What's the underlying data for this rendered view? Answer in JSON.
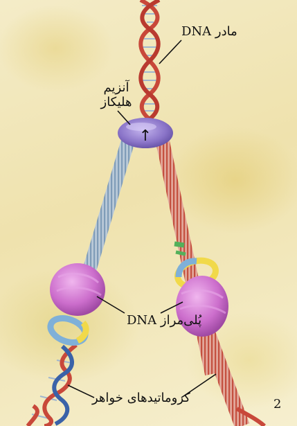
{
  "labels": {
    "mother_dna": "مادر DNA",
    "helicase_line1": "آنزیم",
    "helicase_line2": "هلیکاز",
    "dna_polymerase": "DNA پُلی‌مراز",
    "sister_chromatids": "کروماتیدهای خواهر",
    "figure_number": "2",
    "arrow_glyph": "↑"
  },
  "colors": {
    "backbone_red": "#c8483a",
    "rung_blue": "#9fb6cf",
    "helicase_purple": "#8a74c8",
    "polymerase_pink": "#cc6ecc",
    "clamp_yellow": "#f1d94a",
    "clamp_blue": "#7fb0d8",
    "rung_green": "#53b05a"
  }
}
